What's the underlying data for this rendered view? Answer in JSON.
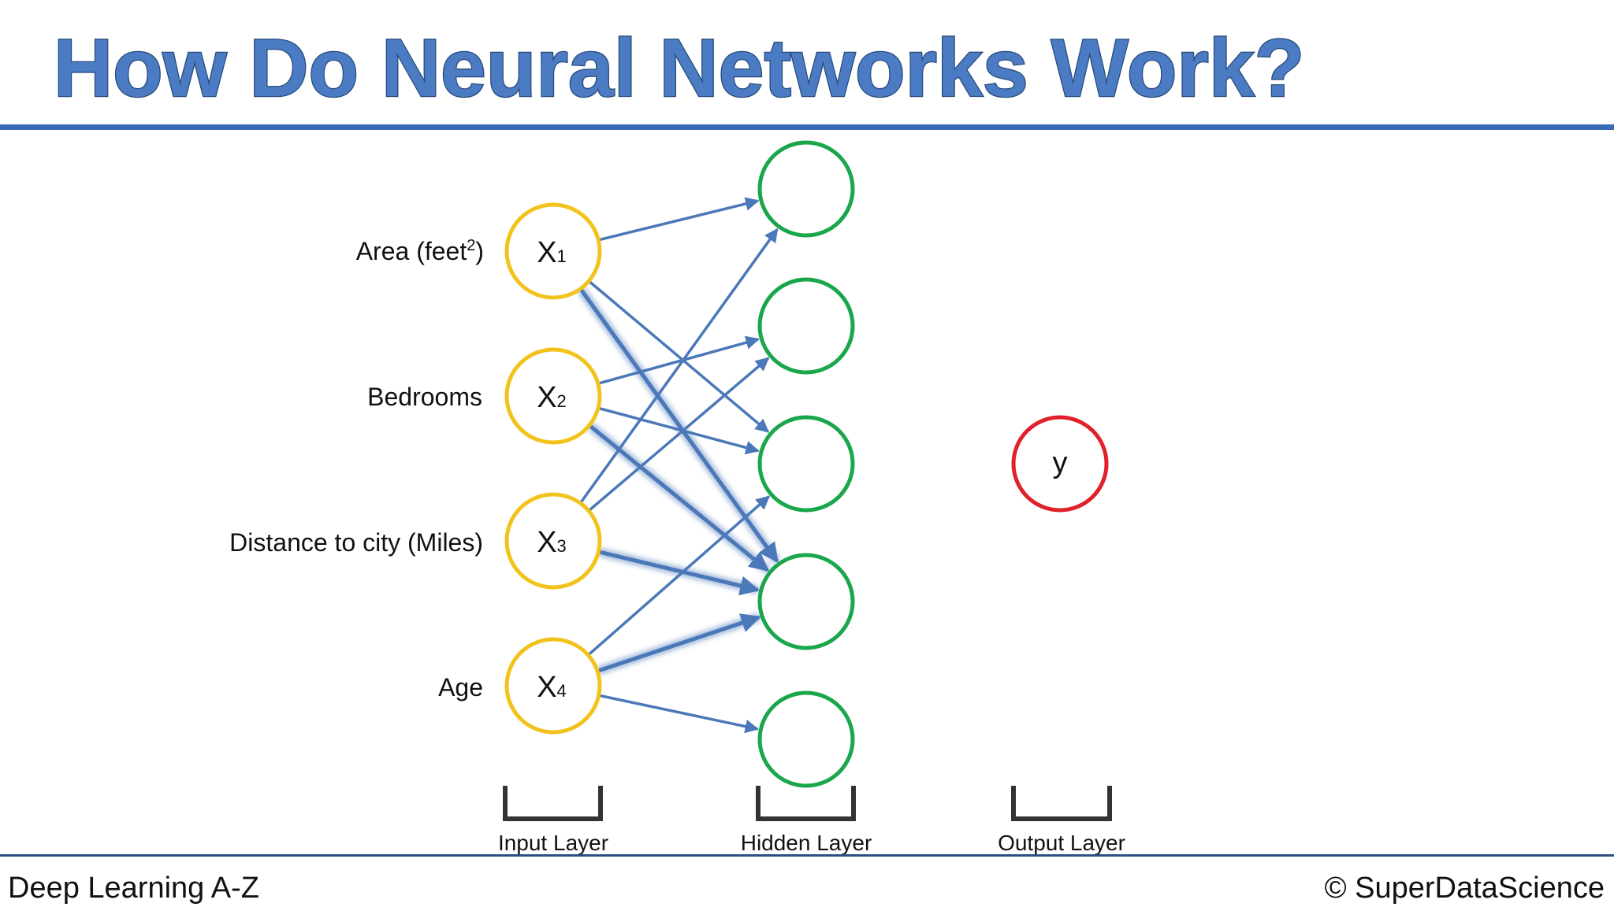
{
  "title": "How Do Neural Networks Work?",
  "inputs": [
    {
      "feature": "Area (feet",
      "feature_sup": "2",
      "feature_close": ")",
      "node": "X",
      "sub": "1"
    },
    {
      "feature": "Bedrooms",
      "feature_sup": "",
      "feature_close": "",
      "node": "X",
      "sub": "2"
    },
    {
      "feature": "Distance to city (Miles)",
      "feature_sup": "",
      "feature_close": "",
      "node": "X",
      "sub": "3"
    },
    {
      "feature": "Age",
      "feature_sup": "",
      "feature_close": "",
      "node": "X",
      "sub": "4"
    }
  ],
  "hidden_count": 5,
  "output": {
    "node": "y"
  },
  "connections": [
    {
      "from": 0,
      "to": 0,
      "emphasis": false
    },
    {
      "from": 0,
      "to": 2,
      "emphasis": false
    },
    {
      "from": 0,
      "to": 3,
      "emphasis": true
    },
    {
      "from": 1,
      "to": 1,
      "emphasis": false
    },
    {
      "from": 1,
      "to": 2,
      "emphasis": false
    },
    {
      "from": 1,
      "to": 3,
      "emphasis": true
    },
    {
      "from": 2,
      "to": 0,
      "emphasis": false
    },
    {
      "from": 2,
      "to": 1,
      "emphasis": false
    },
    {
      "from": 2,
      "to": 3,
      "emphasis": true
    },
    {
      "from": 3,
      "to": 2,
      "emphasis": false
    },
    {
      "from": 3,
      "to": 3,
      "emphasis": true
    },
    {
      "from": 3,
      "to": 4,
      "emphasis": false
    }
  ],
  "layers": {
    "input": "Input Layer",
    "hidden": "Hidden Layer",
    "output": "Output Layer"
  },
  "footer": {
    "left": "Deep Learning A-Z",
    "right": "© SuperDataScience"
  },
  "colors": {
    "title": "#4a7bc3",
    "rule": "#3a6bb5",
    "input_node": "#f2c31c",
    "hidden_node": "#1aa64a",
    "output_node": "#e0202a",
    "arrow": "#4a78b8",
    "bracket": "#333333"
  }
}
